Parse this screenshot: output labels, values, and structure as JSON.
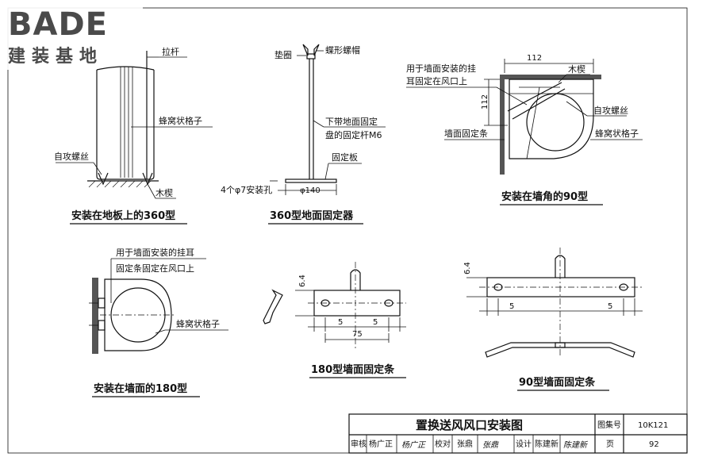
{
  "logo": {
    "brand": "BADE",
    "subtitle": "建装基地"
  },
  "fig_360_floor": {
    "caption": "安装在地板上的360型",
    "label_rod": "拉杆",
    "label_honeycomb": "蜂窝状格子",
    "label_screw": "自攻螺丝",
    "label_wedge": "木楔"
  },
  "fig_360_fixer": {
    "caption": "360型地面固定器",
    "label_washer": "垫圈",
    "label_wingnut": "蝶形螺帽",
    "label_rod_line1": "下带地面固定",
    "label_rod_line2": "盘的固定杆M6",
    "label_plate": "固定板",
    "label_holes": "4个φ7安装孔",
    "dim_diameter": "φ140"
  },
  "fig_90_corner": {
    "caption": "安装在墙角的90型",
    "note_line1": "用于墙面安装的挂",
    "note_line2": "耳固定在风口上",
    "label_wedge": "木楔",
    "label_screw": "自攻螺丝",
    "label_strip": "墙面固定条",
    "label_honeycomb": "蜂窝状格子",
    "dim_h": "112",
    "dim_v": "112"
  },
  "fig_180_wall": {
    "caption": "安装在墙面的180型",
    "note_line1": "用于墙面安装的挂耳",
    "note_line2": "固定条固定在风口上",
    "label_honeycomb": "蜂窝状格子"
  },
  "fig_180_strip": {
    "caption": "180型墙面固定条",
    "dim_thick": "6.4",
    "dim_a": "5",
    "dim_b": "5",
    "dim_len": "75"
  },
  "fig_90_strip": {
    "caption": "90型墙面固定条",
    "dim_thick": "6.4",
    "dim_a": "5",
    "dim_b": "5"
  },
  "title_block": {
    "title": "置换送风风口安装图",
    "atlas_label": "图集号",
    "atlas_no": "10K121",
    "page_label": "页",
    "page_no": "92",
    "review_label": "审核",
    "reviewer": "杨广正",
    "check_label": "校对",
    "checker": "张鼎",
    "design_label": "设计",
    "designer": "陈建新"
  }
}
